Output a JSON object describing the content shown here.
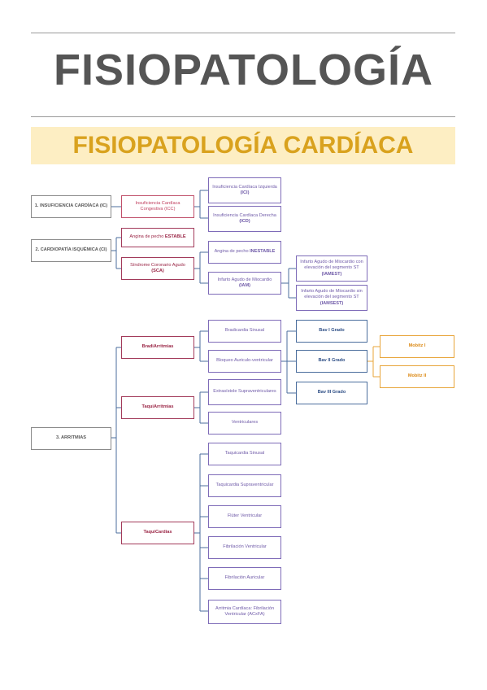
{
  "header": {
    "title": "FISIOPATOLOGÍA",
    "subtitle": "FISIOPATOLOGÍA CARDÍACA"
  },
  "diagram": {
    "n1": "1. INSUFICIENCIA CARDÍACA (IC)",
    "n1a": "Insuficiencia Cardíaca Congestiva (ICC)",
    "n1a1": "Insuficiencia Cardíaca Izquierda (ICI)",
    "n1a2": "Insuficiencia Cardíaca Derecha (ICD)",
    "n2": "2. CARDIOPATÍA ISQUÉMICA (CI)",
    "n2a": "Angina de pecho ESTABLE",
    "n2b": "Síndrome Coronario Agudo (SCA)",
    "n2b1": "Angina de pecho INESTABLE",
    "n2b2": "Infarto Agudo de Miocardio (IAM)",
    "n2b2a": "Infarto Agudo de Miocardio con elevación del segmento ST (IAMEST)",
    "n2b2b": "Infarto Agudo de Miocardio sin elevación del segmento ST (IAMSEST)",
    "n3": "3. ARRITMIAS",
    "n3a": "BradiArritmias",
    "n3a1": "Bradicardia Sinusal",
    "n3a2": "Bloqueo Auriculo-ventricular",
    "g1": "Bav I Grado",
    "g2": "Bav II Grado",
    "g3": "Bav III Grado",
    "m1": "Mobitz I",
    "m2": "Mobitz II",
    "n3b": "TaquiArritmias",
    "n3b1": "Extrasístole Supraventriculares",
    "n3b2": "Ventriculares",
    "n3c": "TaquiCardias",
    "n3c1": "Taquicardia Sinusal",
    "n3c2": "Taquicardia Supraventricular",
    "n3c3": "Flúter Ventricular",
    "n3c4": "Fibrilación Ventricular",
    "n3c5": "Fibrilación Auricular",
    "n3c6": "Arritmia Cardíaca: Fibrilación Ventricular (ACxFA)"
  },
  "colors": {
    "title_gray": "#555555",
    "banner_bg": "#fdeec3",
    "banner_text": "#d9a21e",
    "connector": "#4b6e9d"
  }
}
